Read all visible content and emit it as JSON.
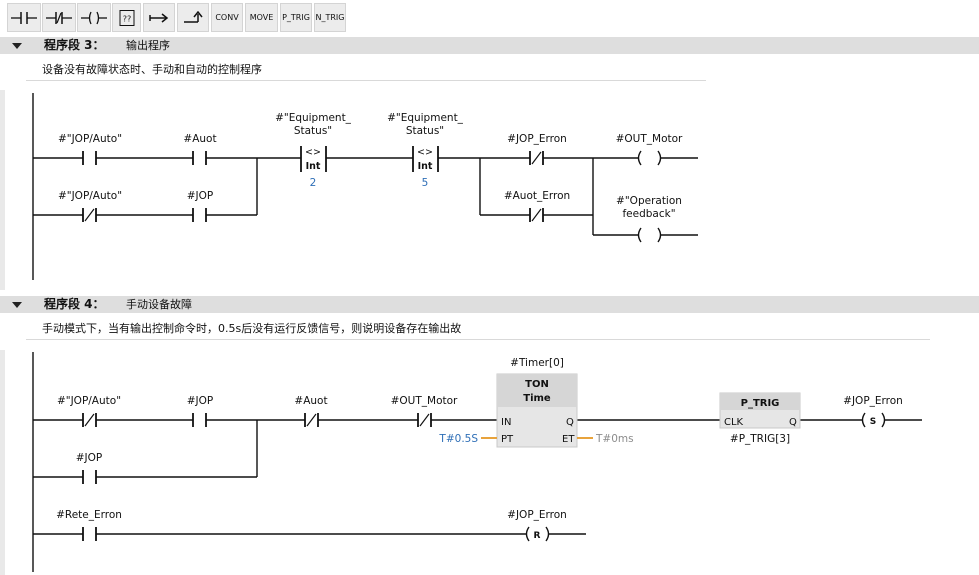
{
  "toolbar": {
    "items": [
      {
        "name": "normally-open-contact-icon"
      },
      {
        "name": "normally-closed-contact-icon"
      },
      {
        "name": "coil-icon"
      },
      {
        "name": "empty-box-icon",
        "label": "??"
      },
      {
        "name": "open-branch-icon"
      },
      {
        "name": "close-branch-icon"
      },
      {
        "name": "conv-button",
        "label": "CONV"
      },
      {
        "name": "move-button",
        "label": "MOVE"
      },
      {
        "name": "p-trig-button",
        "label": "P_TRIG"
      },
      {
        "name": "n-trig-button",
        "label": "N_TRIG"
      }
    ]
  },
  "network3": {
    "title": "程序段 3：",
    "subtitle": "输出程序",
    "comment": "设备没有故障状态时、手动和自动的控制程序",
    "contact_jop_auto": "#\"JOP/Auto\"",
    "contact_auot": "#Auot",
    "contact_jop_auto_2": "#\"JOP/Auto\"",
    "contact_jop": "#JOP",
    "cmp1_op1": "#\"Equipment_",
    "cmp1_op2": "Status\"",
    "cmp1_op": "<>",
    "cmp1_type": "Int",
    "cmp1_value": "2",
    "cmp2_op1": "#\"Equipment_",
    "cmp2_op2": "Status\"",
    "cmp2_op": "<>",
    "cmp2_type": "Int",
    "cmp2_value": "5",
    "contact_jop_erron": "#JOP_Erron",
    "contact_auot_erron": "#Auot_Erron",
    "coil_out_motor": "#OUT_Motor",
    "coil_feedback_1": "#\"Operation",
    "coil_feedback_2": "feedback\""
  },
  "network4": {
    "title": "程序段 4：",
    "subtitle": "手动设备故障",
    "comment": "手动模式下，当有输出控制命令时，0.5s后没有运行反馈信号，则说明设备存在输出故",
    "contact_jop_auto": "#\"JOP/Auto\"",
    "contact_jop": "#JOP",
    "contact_auot": "#Auot",
    "contact_out_motor": "#OUT_Motor",
    "contact_jop_2": "#JOP",
    "timer_instance": "#Timer[0]",
    "timer_type": "TON",
    "timer_subtype": "Time",
    "timer_in": "IN",
    "timer_q": "Q",
    "timer_pt": "PT",
    "timer_et": "ET",
    "timer_pt_value": "T#0.5S",
    "timer_et_value": "T#0ms",
    "ptrig_type": "P_TRIG",
    "ptrig_clk": "CLK",
    "ptrig_q": "Q",
    "ptrig_instance": "#P_TRIG[3]",
    "coil_set_label": "#JOP_Erron",
    "coil_set_symbol": "S",
    "contact_rete_erron": "#Rete_Erron",
    "coil_reset_label": "#JOP_Erron",
    "coil_reset_symbol": "R"
  },
  "colors": {
    "accent_value": "#2f6fb7",
    "connector": "#e8a33c",
    "header_bg": "#dedede",
    "box_fill": "#e6e6e6"
  }
}
